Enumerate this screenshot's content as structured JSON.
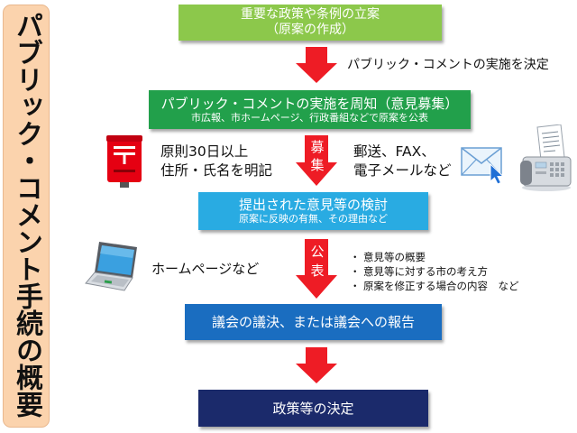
{
  "banner": {
    "title": "パブリック・コメント手続の概要"
  },
  "steps": [
    {
      "title": "重要な政策や条例の立案",
      "subtitle": "（原案の作成）"
    },
    {
      "title": "パブリック・コメントの実施を周知（意見募集）",
      "subtitle": "市広報、市ホームページ、行政番組などで原案を公表"
    },
    {
      "title": "提出された意見等の検討",
      "subtitle": "原案に反映の有無、その理由など"
    },
    {
      "title": "議会の議決、または議会への報告"
    },
    {
      "title": "政策等の決定"
    }
  ],
  "decision_note": "パブリック・コメントの実施を決定",
  "recruit": {
    "label": "募集",
    "left_lines": [
      "原則30日以上",
      "住所・氏名を明記"
    ],
    "right_lines": [
      "郵送、FAX、",
      "電子メールなど"
    ]
  },
  "publish": {
    "label": "公表",
    "left_text": "ホームページなど",
    "bullet": "・",
    "items": [
      "意見等の概要",
      "意見等に対する市の考え方",
      "原案を修正する場合の内容　など"
    ]
  },
  "icons": {
    "mailbox": "mailbox-icon",
    "envelope": "envelope-icon",
    "fax": "fax-icon",
    "laptop": "laptop-icon"
  },
  "colors": {
    "banner": "#fbd3ad",
    "step1": "#8cc84b",
    "step2": "#22a04b",
    "step3": "#29abe2",
    "step4": "#1a6dc0",
    "step5": "#1b2a6b",
    "arrow": "#ee1c25"
  }
}
